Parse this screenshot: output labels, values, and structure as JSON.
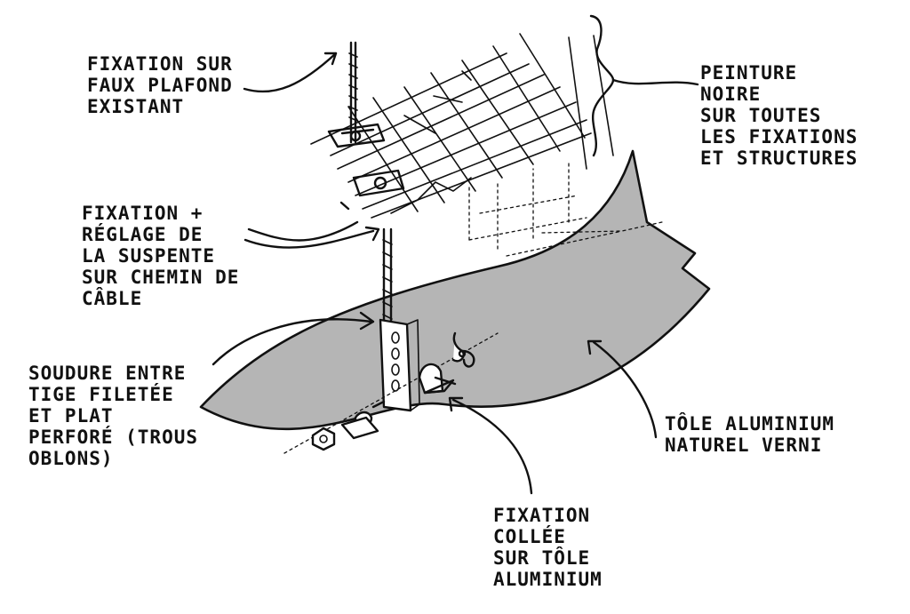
{
  "colors": {
    "ink": "#111111",
    "sheet": "#b5b5b5",
    "background": "#ffffff"
  },
  "labels": {
    "ceiling_fixing": "FIXATION SUR\nFAUX PLAFOND\nEXISTANT",
    "paint": "PEINTURE\nNOIRE\nSUR TOUTES\nLES FIXATIONS\nET STRUCTURES",
    "hanger_adjust": "FIXATION +\nRÉGLAGE DE\nLA SUSPENTE\nSUR CHEMIN DE\nCÂBLE",
    "weld": "SOUDURE ENTRE\nTIGE FILETÉE\nET PLAT\nPERFORÉ (TROUS\nOBLONS)",
    "sheet": "TÔLE ALUMINIUM\nNATUREL VERNI",
    "glued_fixing": "FIXATION\nCOLLÉE\nSUR TÔLE\nALUMINIUM"
  }
}
